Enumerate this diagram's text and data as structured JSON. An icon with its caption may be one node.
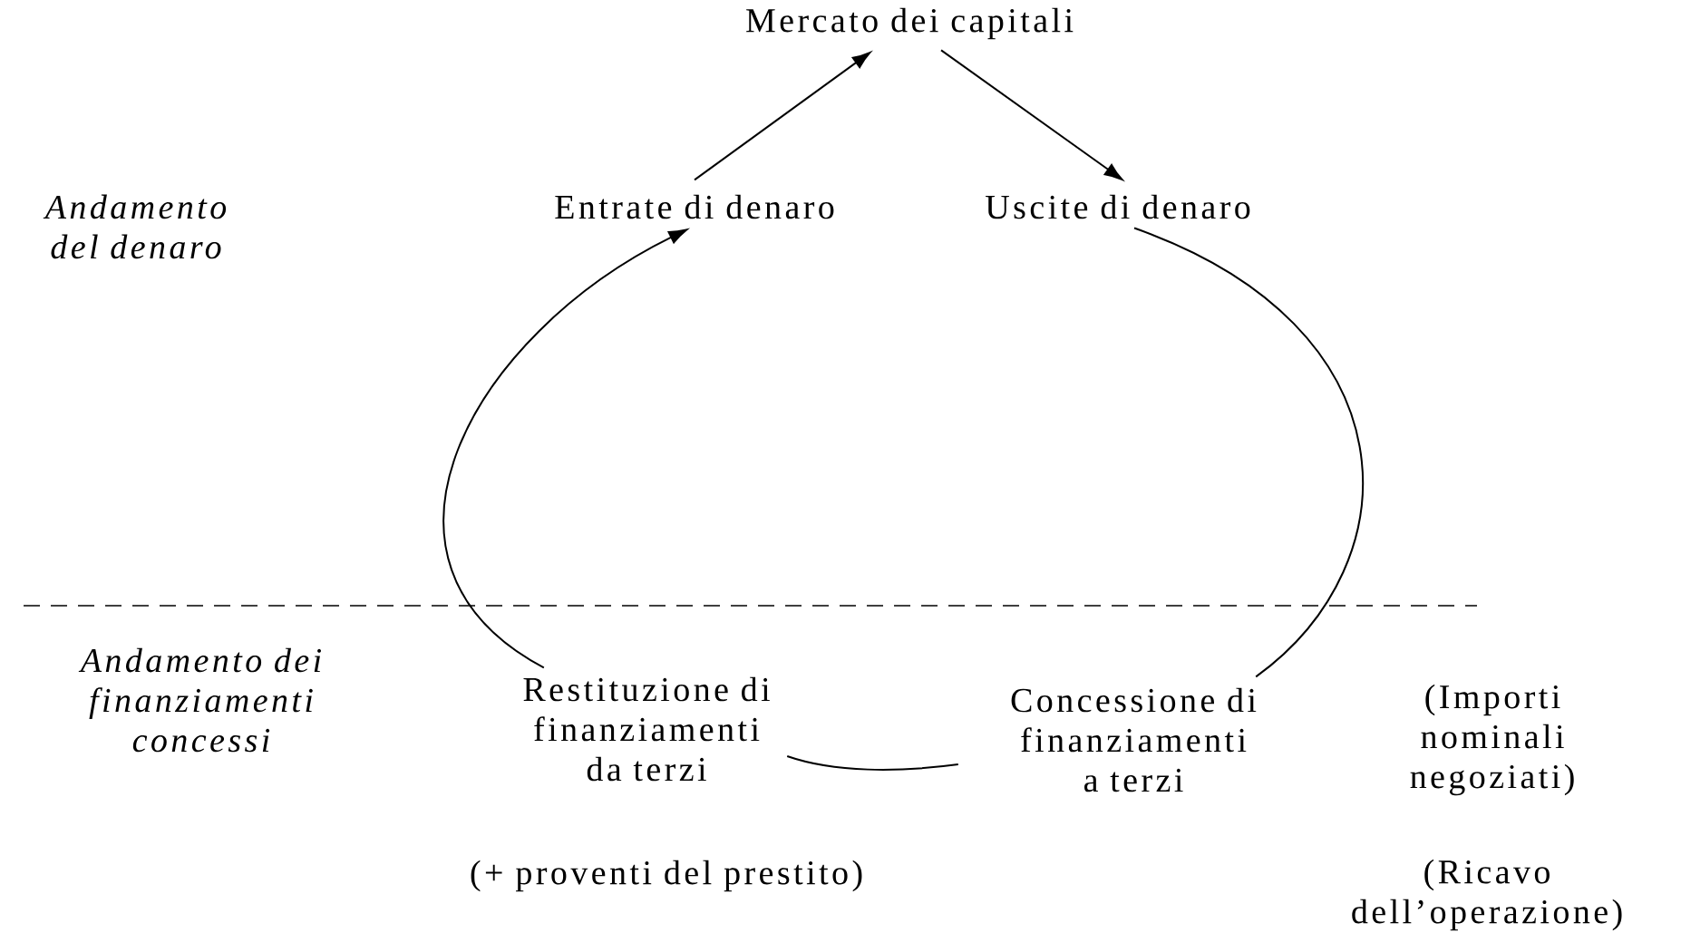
{
  "diagram": {
    "nodes": [
      {
        "text": [
          "Mercato dei capitali"
        ]
      },
      {
        "text": [
          "Entrate di denaro"
        ]
      },
      {
        "text": [
          "Uscite di denaro"
        ]
      },
      {
        "text": [
          "Restituzione di finanziamenti da terzi"
        ]
      },
      {
        "text": [
          "Concessione di finanziamenti a terzi"
        ]
      }
    ],
    "edges": [
      {
        "from": 1,
        "to": 0,
        "arrow": "to"
      },
      {
        "from": 0,
        "to": 2,
        "arrow": "to"
      },
      {
        "from": 2,
        "to": 4,
        "arrow": "none"
      },
      {
        "from": 3,
        "to": 1,
        "arrow": "to"
      },
      {
        "from": 4,
        "to": 3,
        "arrow": "none"
      }
    ],
    "labels": [
      "Andamento del denaro",
      "Andamento dei finanziamenti concessi",
      "(Importi nominali negoziati)",
      "(+ proventi del prestito)",
      "(Ricavo dell’operazione)"
    ]
  }
}
